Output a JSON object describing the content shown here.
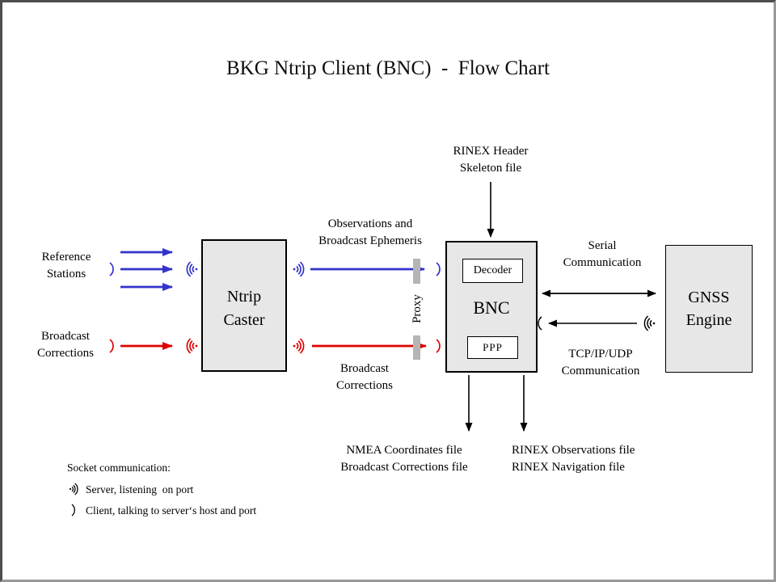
{
  "title": "BKG Ntrip Client (BNC)  -  Flow Chart",
  "nodes": {
    "ntrip_caster": "Ntrip\nCaster",
    "bnc": "BNC",
    "decoder": "Decoder",
    "ppp": "PPP",
    "gnss_engine": "GNSS\nEngine"
  },
  "labels": {
    "reference_stations": "Reference\nStations",
    "broadcast_corrections_input": "Broadcast\nCorrections",
    "observations_ephemeris": "Observations and\nBroadcast Ephemeris",
    "broadcast_corrections_stream": "Broadcast\nCorrections",
    "rinex_header": "RINEX Header\nSkeleton file",
    "serial_comm": "Serial\nCommunication",
    "tcpip_comm": "TCP/IP/UDP\nCommunication",
    "proxy": "Proxy"
  },
  "outputs": {
    "nmea": "NMEA Coordinates file\nBroadcast Corrections file",
    "rinex": "RINEX Observations file\nRINEX Navigation file"
  },
  "legend": {
    "title": "Socket communication:",
    "server": "Server, listening  on port",
    "client": "Client, talking to server‘s host and port"
  },
  "colors": {
    "blue_stream": "#3333cc",
    "red_stream": "#dd0000",
    "box_fill": "#e7e7e7",
    "proxy_bar": "#b5b5b5",
    "frame_dark": "#4d4d4d",
    "frame_light": "#989898",
    "black": "#000000"
  }
}
